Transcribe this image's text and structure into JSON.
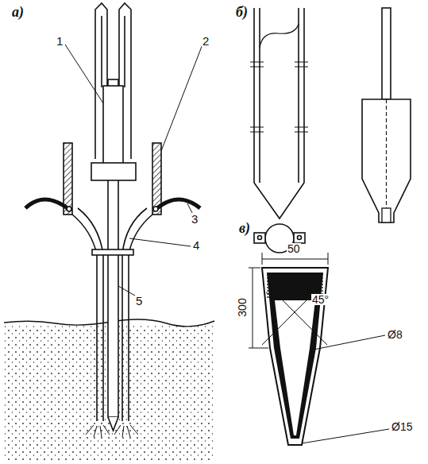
{
  "diagram": {
    "labels": [
      "а)",
      "1",
      "2",
      "3",
      "4",
      "5",
      "б)",
      "в)",
      "50",
      "300",
      "45°",
      "Ø8",
      "Ø15"
    ]
  }
}
